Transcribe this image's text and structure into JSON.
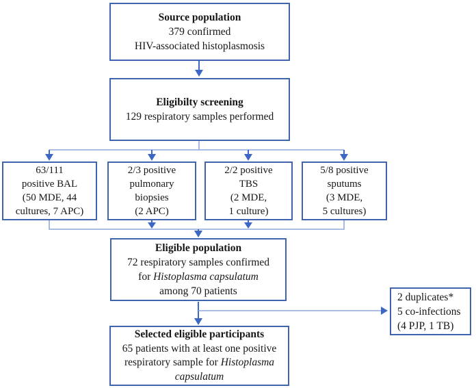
{
  "colors": {
    "box_border": "#3f63ae",
    "line_light": "#8ea9dc",
    "arrow": "#3c67c5",
    "text": "#161616"
  },
  "flowchart": {
    "source": {
      "title": "Source population",
      "line1": "379 confirmed",
      "line2": "HIV-associated histoplasmosis"
    },
    "screening": {
      "title": "Eligibilty screening",
      "line1": "129 respiratory samples performed"
    },
    "samples": [
      {
        "lines": [
          "63/111",
          "positive BAL",
          "(50 MDE, 44",
          "cultures, 7 APC)"
        ]
      },
      {
        "lines": [
          "2/3 positive",
          "pulmonary",
          "biopsies",
          "(2 APC)"
        ]
      },
      {
        "lines": [
          "2/2 positive",
          "TBS",
          "(2 MDE,",
          "1 culture)"
        ]
      },
      {
        "lines": [
          "5/8 positive",
          "sputums",
          "(3 MDE,",
          "5 cultures)"
        ]
      }
    ],
    "eligible": {
      "title": "Eligible population",
      "line1": "72 respiratory samples confirmed",
      "line2_prefix": "for ",
      "line2_italic": "Histoplasma capsulatum",
      "line3": "among 70 patients"
    },
    "exclusions": {
      "line1": "2 duplicates*",
      "line2": "5 co-infections",
      "line3": "(4 PJP, 1 TB)"
    },
    "selected": {
      "title": "Selected eligible participants",
      "line1": "65 patients with at least one positive",
      "line2_prefix": "respiratory sample for ",
      "line2_italic": "Histoplasma",
      "line3_italic": "capsulatum"
    }
  }
}
